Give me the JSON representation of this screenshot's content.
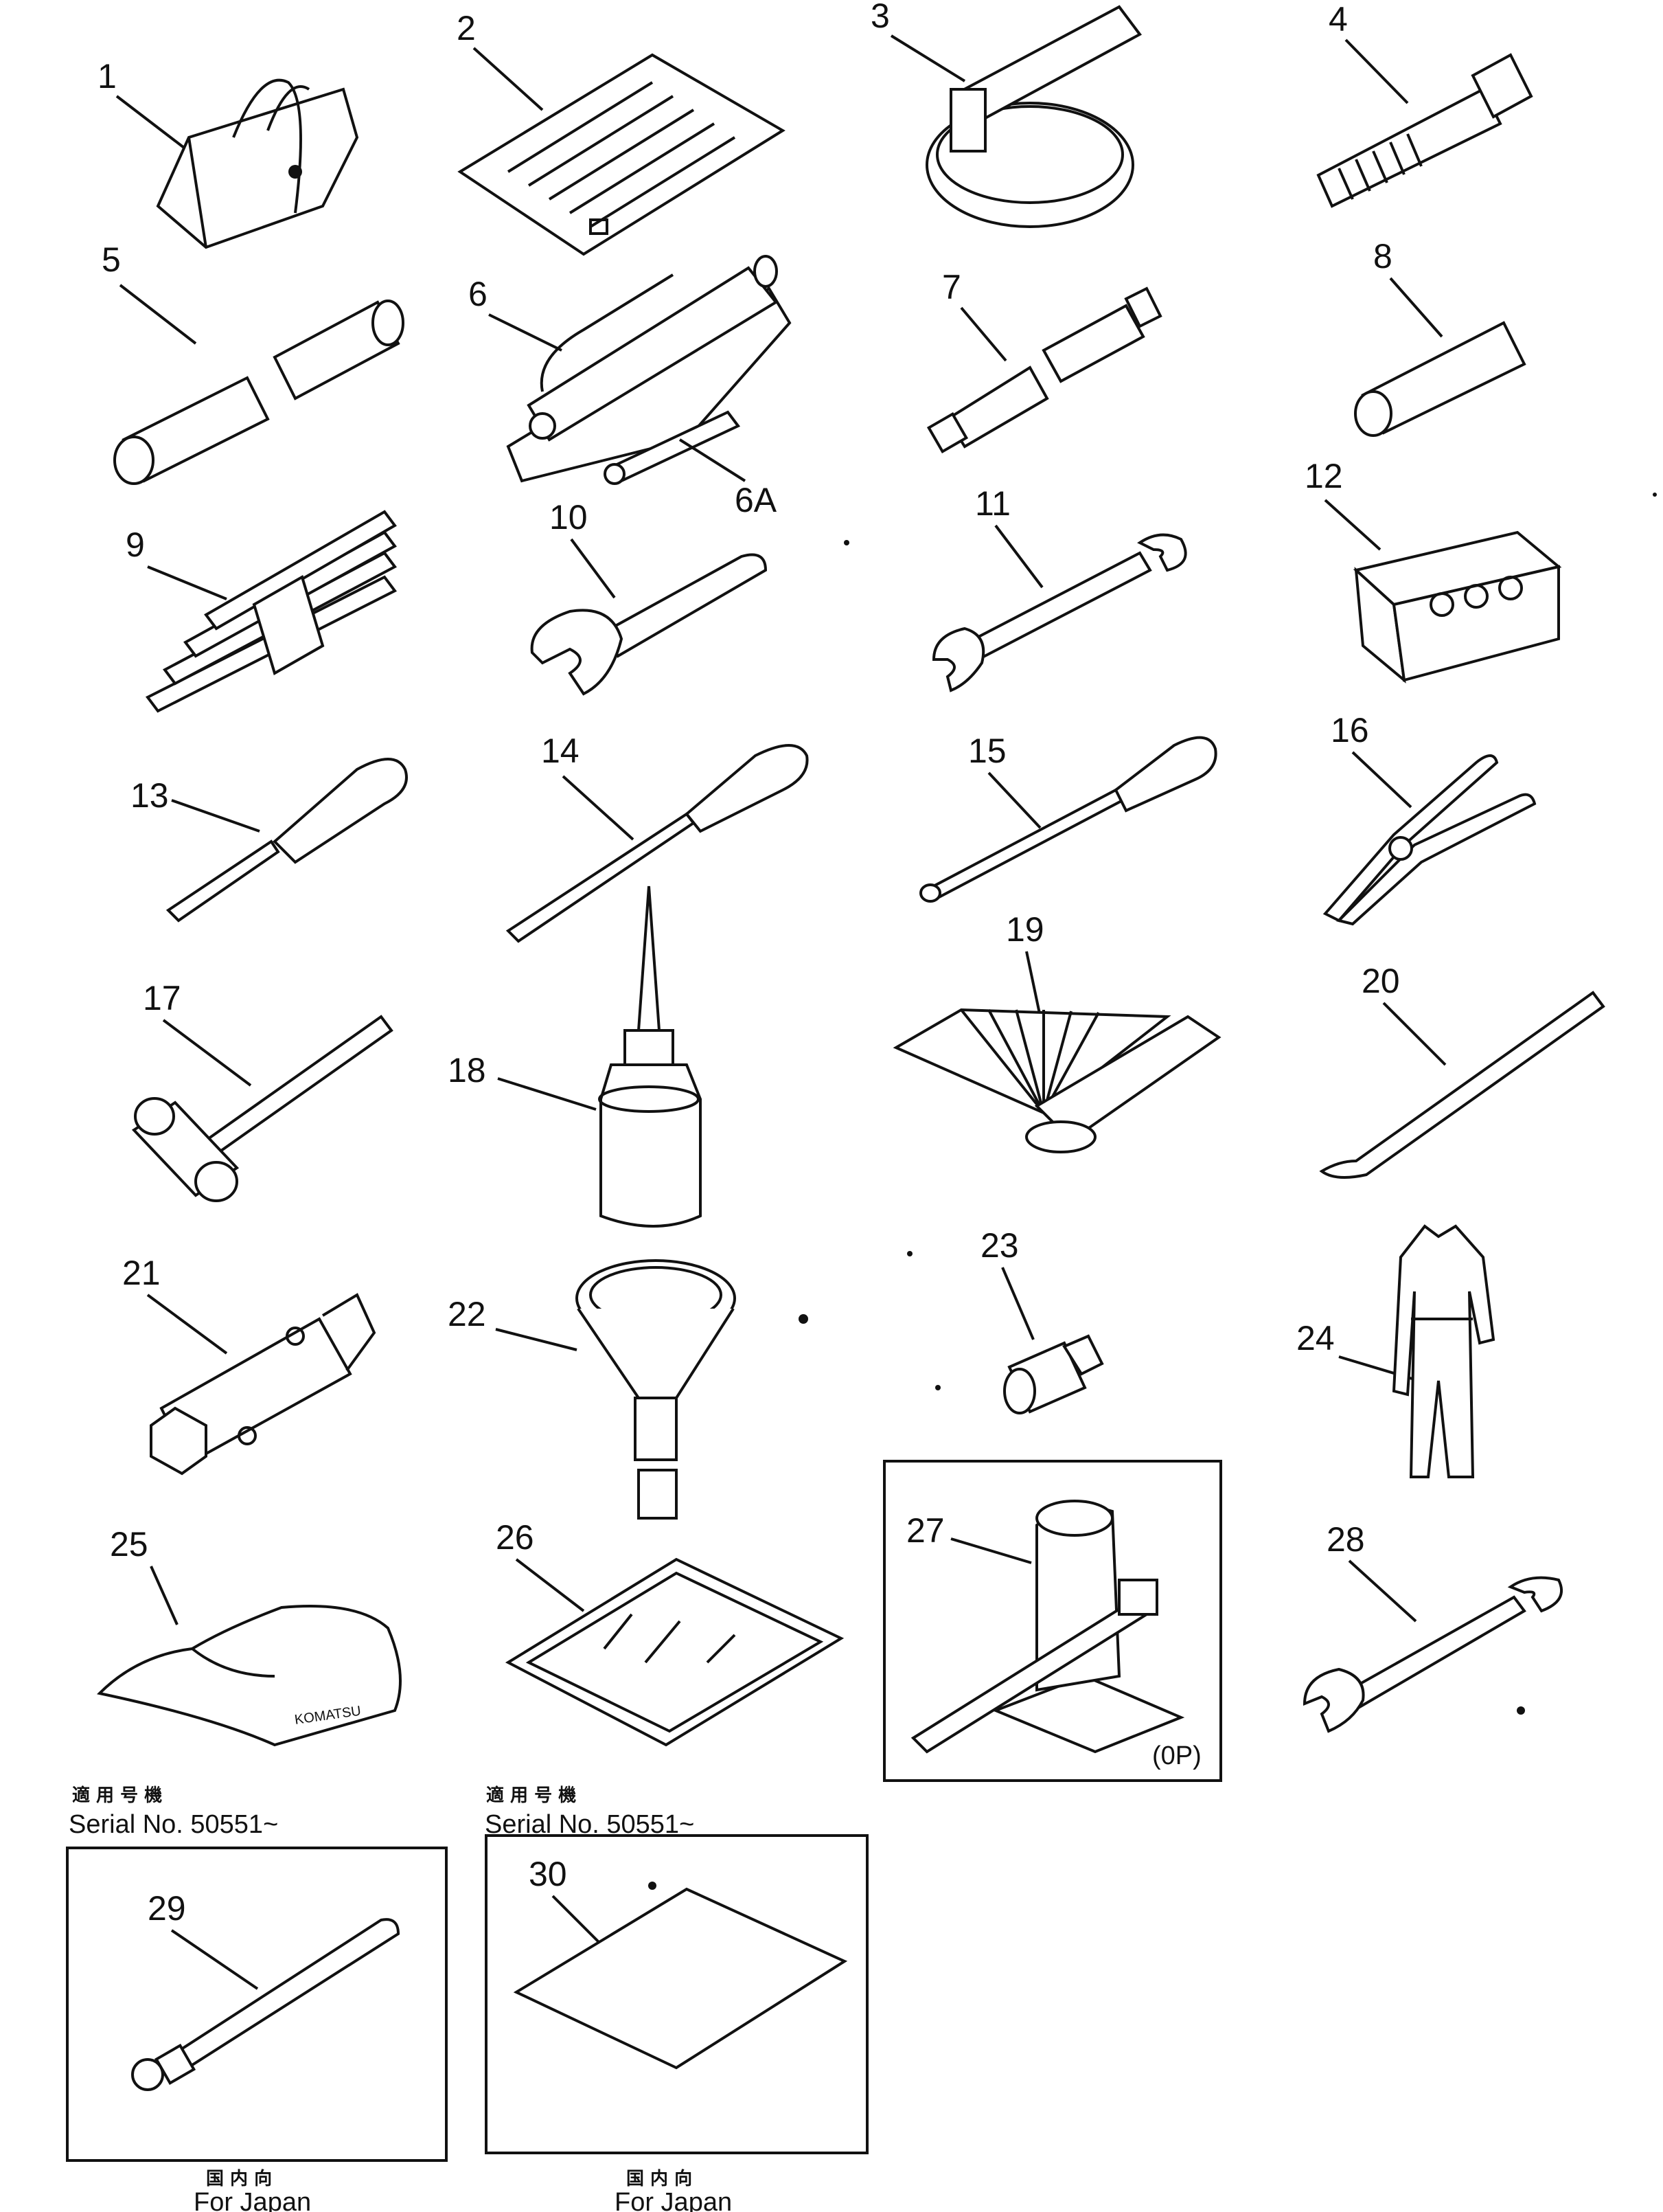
{
  "parts": [
    {
      "id": "1",
      "name": "tool-bag"
    },
    {
      "id": "2",
      "name": "parts-sheet"
    },
    {
      "id": "3",
      "name": "filter-wrench"
    },
    {
      "id": "4",
      "name": "bolt"
    },
    {
      "id": "5",
      "name": "pipe"
    },
    {
      "id": "6",
      "name": "grease-gun"
    },
    {
      "id": "6A",
      "name": "nozzle"
    },
    {
      "id": "7",
      "name": "extension"
    },
    {
      "id": "8",
      "name": "pin"
    },
    {
      "id": "9",
      "name": "wrench-set"
    },
    {
      "id": "10",
      "name": "spanner"
    },
    {
      "id": "11",
      "name": "double-end-wrench"
    },
    {
      "id": "12",
      "name": "socket-case"
    },
    {
      "id": "13",
      "name": "screwdriver"
    },
    {
      "id": "14",
      "name": "long-screwdriver"
    },
    {
      "id": "15",
      "name": "phillips-screwdriver"
    },
    {
      "id": "16",
      "name": "pliers"
    },
    {
      "id": "17",
      "name": "hammer"
    },
    {
      "id": "18",
      "name": "oil-can"
    },
    {
      "id": "19",
      "name": "feeler-gauge"
    },
    {
      "id": "20",
      "name": "pry-bar"
    },
    {
      "id": "21",
      "name": "box-socket"
    },
    {
      "id": "22",
      "name": "funnel"
    },
    {
      "id": "23",
      "name": "adapter"
    },
    {
      "id": "24",
      "name": "coveralls"
    },
    {
      "id": "25",
      "name": "cap"
    },
    {
      "id": "26",
      "name": "tray"
    },
    {
      "id": "27",
      "name": "hydraulic-jack"
    },
    {
      "id": "28",
      "name": "open-end-wrench"
    },
    {
      "id": "29",
      "name": "lever-bar"
    },
    {
      "id": "30",
      "name": "plate"
    }
  ],
  "jack_note": "(0P)",
  "cap_logo": "KOMATSU",
  "serial_left": {
    "jp": "適 用 号 機",
    "en": "Serial  No.  50551~"
  },
  "serial_right": {
    "jp": "適 用 号 機",
    "en": "Serial  No.  50551~"
  },
  "japan_left": {
    "jp": "国 内 向",
    "en": "For Japan"
  },
  "japan_right": {
    "jp": "国 内 向",
    "en": "For Japan"
  }
}
